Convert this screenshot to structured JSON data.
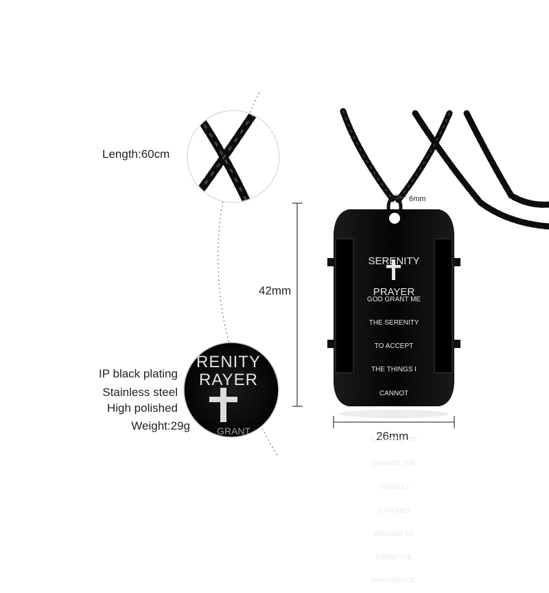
{
  "specs": {
    "length": "Length:60cm",
    "plating": "IP black plating",
    "material": "Stainless steel",
    "finish": "High polished",
    "weight": "Weight:29g"
  },
  "dimensions": {
    "height": "42mm",
    "width": "26mm",
    "ring": "6mm"
  },
  "tag": {
    "title_line1": "SERENITY",
    "title_line2": "PRAYER",
    "prayer_lines": [
      "GOD GRANT ME",
      "THE SERENITY",
      "TO ACCEPT",
      "THE THINGS I",
      "CANNOT",
      "CHANGE;",
      "COURAGE TO",
      "CHANGE THE",
      "THINGS I",
      "CAN;AND",
      "WISDOM TO",
      "KNOW THE",
      "DIFFERENCE."
    ]
  },
  "zoom": {
    "line1": "RENITY",
    "line2": "RAYER",
    "line3": "GRANT"
  },
  "colors": {
    "tag_black": "#0b0b0b",
    "engraving": "#e6e6e6",
    "guide_line": "#444444",
    "dotted_arc": "#777777"
  }
}
